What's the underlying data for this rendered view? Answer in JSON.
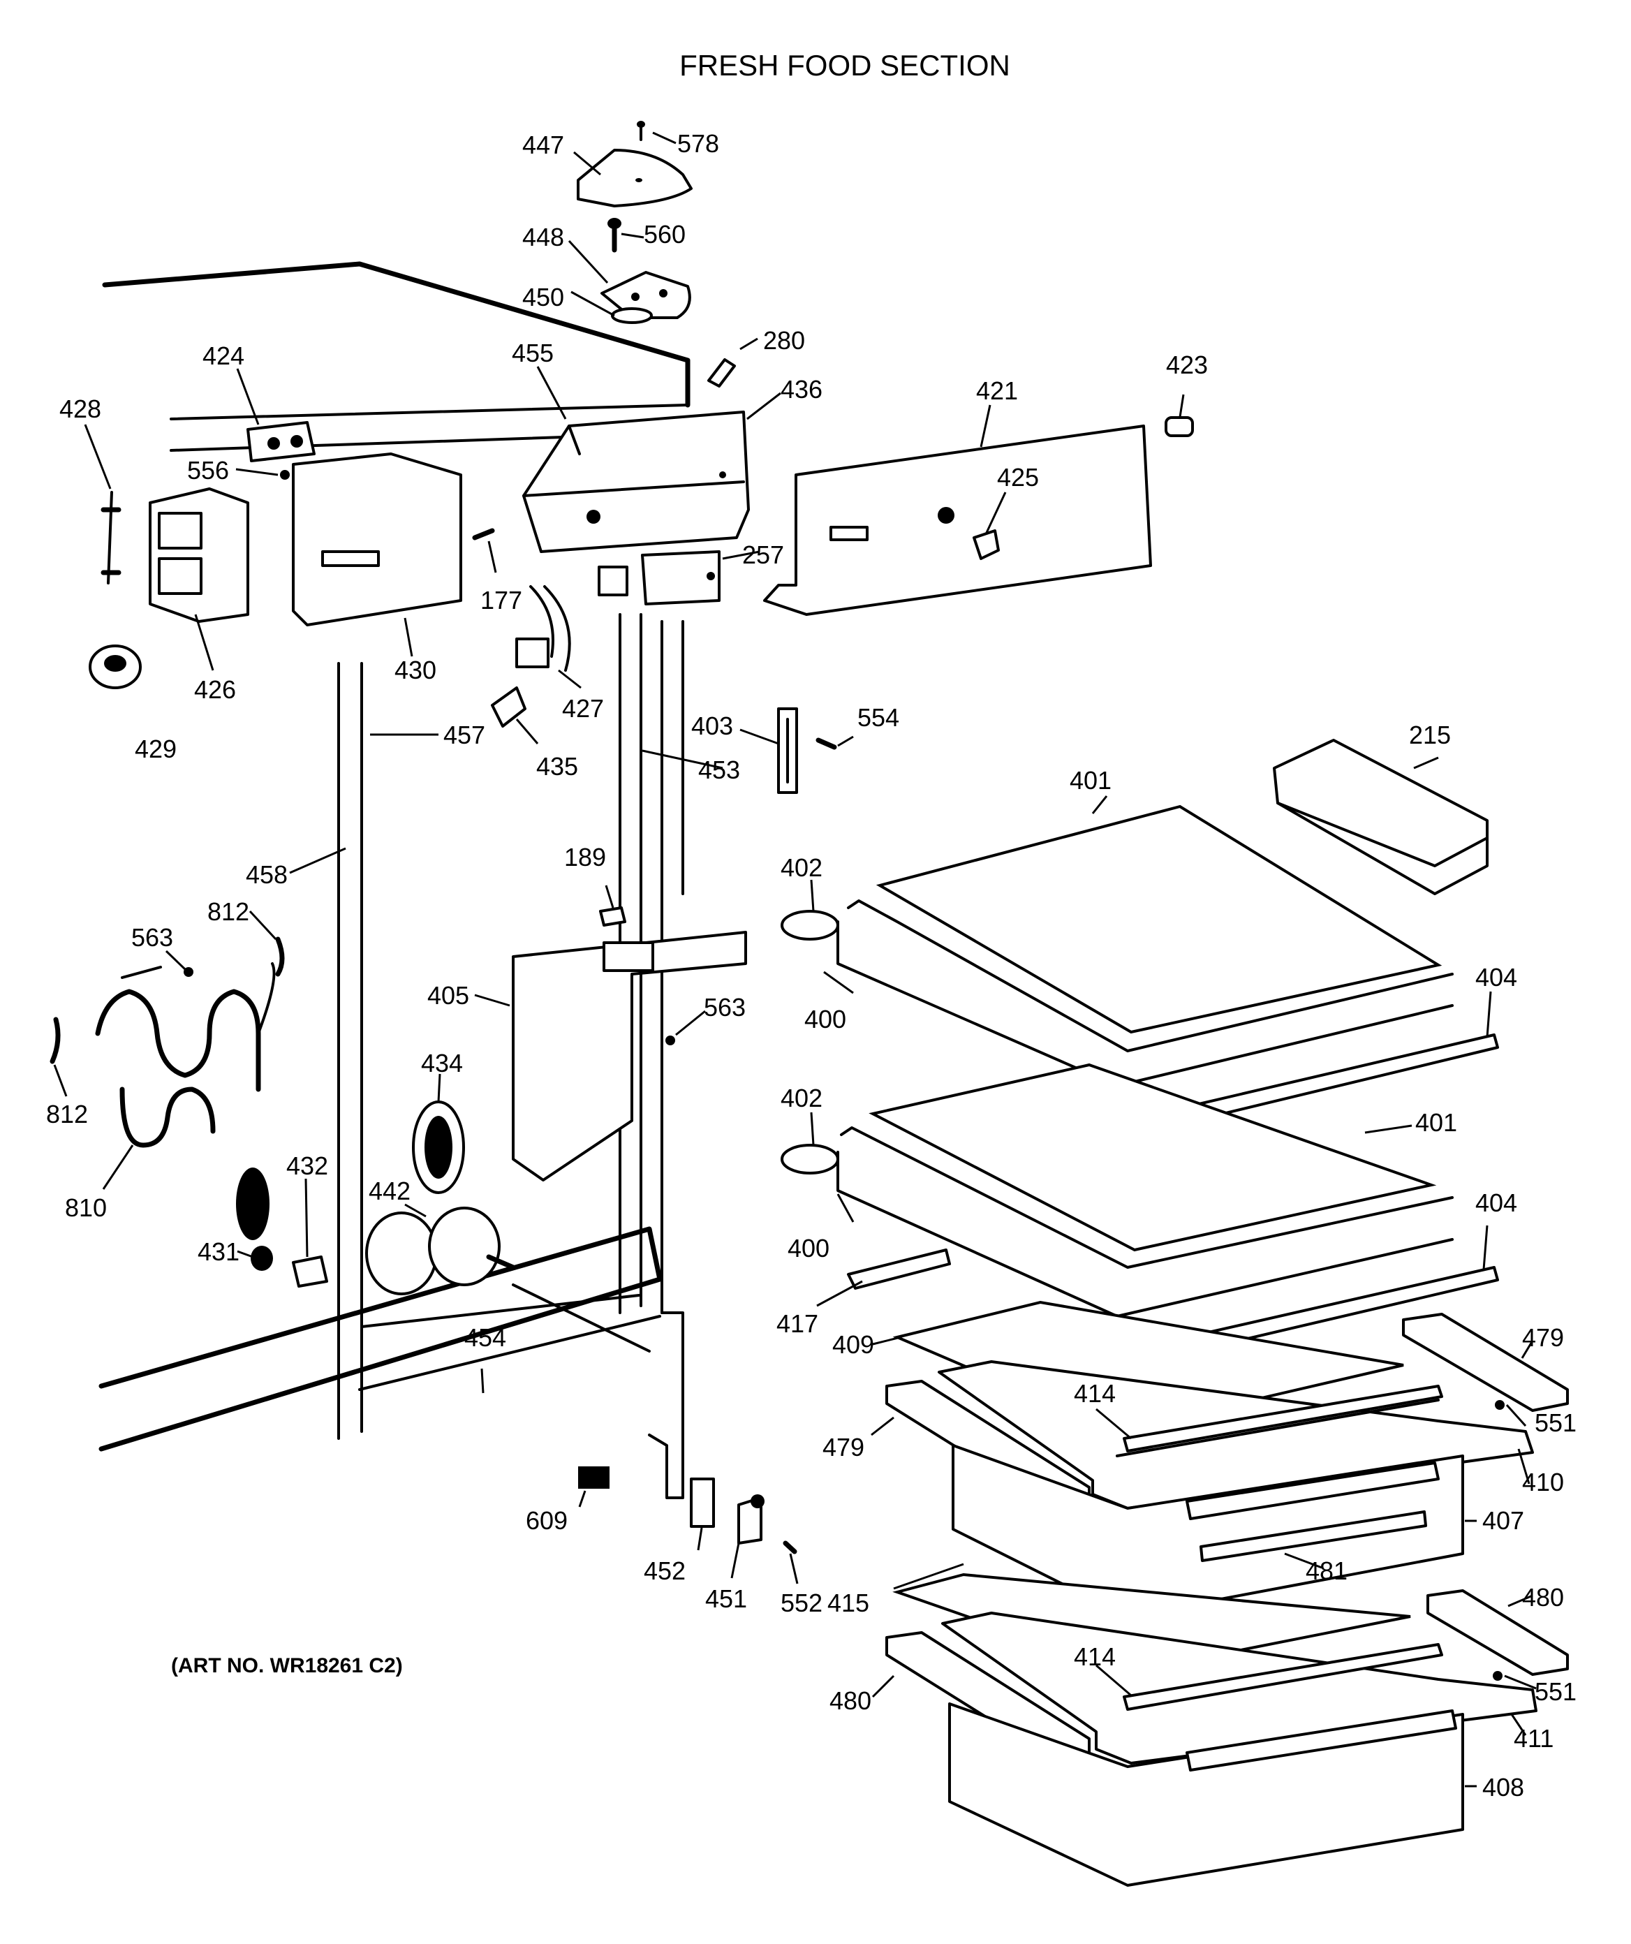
{
  "title": "FRESH FOOD SECTION",
  "art_number": "(ART NO. WR18261 C2)",
  "callouts": [
    {
      "id": "c578",
      "text": "578"
    },
    {
      "id": "c447",
      "text": "447"
    },
    {
      "id": "c560",
      "text": "560"
    },
    {
      "id": "c448",
      "text": "448"
    },
    {
      "id": "c450",
      "text": "450"
    },
    {
      "id": "c280",
      "text": "280"
    },
    {
      "id": "c424",
      "text": "424"
    },
    {
      "id": "c455",
      "text": "455"
    },
    {
      "id": "c436",
      "text": "436"
    },
    {
      "id": "c421",
      "text": "421"
    },
    {
      "id": "c423",
      "text": "423"
    },
    {
      "id": "c428",
      "text": "428"
    },
    {
      "id": "c556",
      "text": "556"
    },
    {
      "id": "c425",
      "text": "425"
    },
    {
      "id": "c257",
      "text": "257"
    },
    {
      "id": "c177",
      "text": "177"
    },
    {
      "id": "c426",
      "text": "426"
    },
    {
      "id": "c430",
      "text": "430"
    },
    {
      "id": "c427",
      "text": "427"
    },
    {
      "id": "c429",
      "text": "429"
    },
    {
      "id": "c457",
      "text": "457"
    },
    {
      "id": "c435",
      "text": "435"
    },
    {
      "id": "c403",
      "text": "403"
    },
    {
      "id": "c554",
      "text": "554"
    },
    {
      "id": "c453",
      "text": "453"
    },
    {
      "id": "c215",
      "text": "215"
    },
    {
      "id": "c401a",
      "text": "401"
    },
    {
      "id": "c458",
      "text": "458"
    },
    {
      "id": "c189",
      "text": "189"
    },
    {
      "id": "c402a",
      "text": "402"
    },
    {
      "id": "c812a",
      "text": "812"
    },
    {
      "id": "c563a",
      "text": "563"
    },
    {
      "id": "c405",
      "text": "405"
    },
    {
      "id": "c563b",
      "text": "563"
    },
    {
      "id": "c400a",
      "text": "400"
    },
    {
      "id": "c404a",
      "text": "404"
    },
    {
      "id": "c434",
      "text": "434"
    },
    {
      "id": "c812b",
      "text": "812"
    },
    {
      "id": "c402b",
      "text": "402"
    },
    {
      "id": "c401b",
      "text": "401"
    },
    {
      "id": "c432",
      "text": "432"
    },
    {
      "id": "c810",
      "text": "810"
    },
    {
      "id": "c442",
      "text": "442"
    },
    {
      "id": "c404b",
      "text": "404"
    },
    {
      "id": "c400b",
      "text": "400"
    },
    {
      "id": "c431",
      "text": "431"
    },
    {
      "id": "c417",
      "text": "417"
    },
    {
      "id": "c409",
      "text": "409"
    },
    {
      "id": "c454",
      "text": "454"
    },
    {
      "id": "c479a",
      "text": "479"
    },
    {
      "id": "c414a",
      "text": "414"
    },
    {
      "id": "c551a",
      "text": "551"
    },
    {
      "id": "c479b",
      "text": "479"
    },
    {
      "id": "c410",
      "text": "410"
    },
    {
      "id": "c407",
      "text": "407"
    },
    {
      "id": "c609",
      "text": "609"
    },
    {
      "id": "c481",
      "text": "481"
    },
    {
      "id": "c452",
      "text": "452"
    },
    {
      "id": "c480a",
      "text": "480"
    },
    {
      "id": "c451",
      "text": "451"
    },
    {
      "id": "c552",
      "text": "552"
    },
    {
      "id": "c415",
      "text": "415"
    },
    {
      "id": "c414b",
      "text": "414"
    },
    {
      "id": "c551b",
      "text": "551"
    },
    {
      "id": "c480b",
      "text": "480"
    },
    {
      "id": "c411",
      "text": "411"
    },
    {
      "id": "c408",
      "text": "408"
    }
  ]
}
